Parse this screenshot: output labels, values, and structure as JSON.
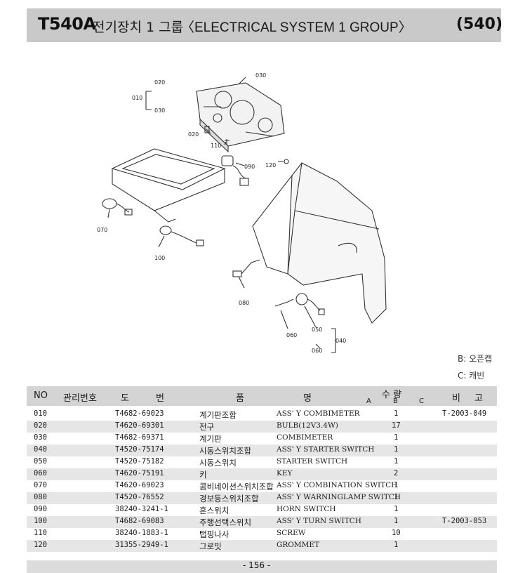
{
  "header": {
    "model": "T540A",
    "title_ko": "전기장치 1 그룹",
    "title_en": "〈ELECTRICAL SYSTEM 1 GROUP〉",
    "page_code": "(540)"
  },
  "diagram": {
    "callouts": [
      "020",
      "010",
      "030",
      "030",
      "020",
      "110",
      "120",
      "090",
      "070",
      "100",
      "080",
      "060",
      "050",
      "040",
      "060"
    ]
  },
  "legend": [
    "B: 오픈캡",
    "C: 캐빈"
  ],
  "table": {
    "headers": {
      "no": "NO",
      "mgmt": "관리번호",
      "drawing_a": "도",
      "drawing_b": "번",
      "name_a": "품",
      "name_b": "명",
      "qty": "수 량",
      "qa": "A",
      "qb": "B",
      "qc": "C",
      "note_a": "비",
      "note_b": "고"
    },
    "rows": [
      {
        "no": "010",
        "mgmt": "",
        "part": "T4682-69023",
        "name_ko": "계기판조합",
        "name_en": "ASS' Y COMBIMETER",
        "qty": "1",
        "note": "T-2003-049"
      },
      {
        "no": "020",
        "mgmt": "",
        "part": "T4620-69301",
        "name_ko": "전구",
        "name_en": "BULB(12V3.4W)",
        "qty": "17",
        "note": ""
      },
      {
        "no": "030",
        "mgmt": "",
        "part": "T4682-69371",
        "name_ko": "계기판",
        "name_en": "COMBIMETER",
        "qty": "1",
        "note": ""
      },
      {
        "no": "040",
        "mgmt": "",
        "part": "T4520-75174",
        "name_ko": "시동스위치조합",
        "name_en": "ASS' Y STARTER SWITCH",
        "qty": "1",
        "note": ""
      },
      {
        "no": "050",
        "mgmt": "",
        "part": "T4520-75182",
        "name_ko": "시동스위치",
        "name_en": "STARTER SWITCH",
        "qty": "1",
        "note": ""
      },
      {
        "no": "060",
        "mgmt": "",
        "part": "T4620-75191",
        "name_ko": "키",
        "name_en": "KEY",
        "qty": "2",
        "note": ""
      },
      {
        "no": "070",
        "mgmt": "",
        "part": "T4620-69023",
        "name_ko": "콤비네이션스위치조합",
        "name_en": "ASS' Y COMBINATION SWITCH",
        "qty": "1",
        "note": ""
      },
      {
        "no": "080",
        "mgmt": "",
        "part": "T4520-76552",
        "name_ko": "경보등스위치조합",
        "name_en": "ASS' Y WARNINGLAMP SWITCH",
        "qty": "1",
        "note": ""
      },
      {
        "no": "090",
        "mgmt": "",
        "part": "38240-3241-1",
        "name_ko": "혼스위치",
        "name_en": "HORN SWITCH",
        "qty": "1",
        "note": ""
      },
      {
        "no": "100",
        "mgmt": "",
        "part": "T4682-69083",
        "name_ko": "주행선택스위치",
        "name_en": "ASS' Y TURN SWITCH",
        "qty": "1",
        "note": "T-2003-053"
      },
      {
        "no": "110",
        "mgmt": "",
        "part": "38240-1883-1",
        "name_ko": "탭핑나사",
        "name_en": "SCREW",
        "qty": "10",
        "note": ""
      },
      {
        "no": "120",
        "mgmt": "",
        "part": "31355-2949-1",
        "name_ko": "그로밋",
        "name_en": "GROMMET",
        "qty": "1",
        "note": ""
      }
    ]
  },
  "footer": {
    "page_number": "- 156 -"
  }
}
